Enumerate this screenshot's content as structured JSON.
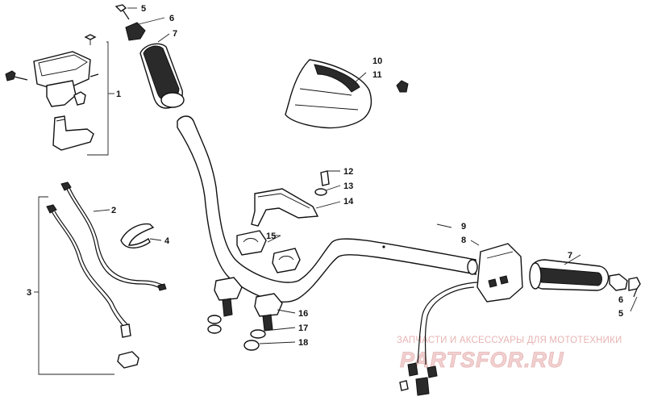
{
  "callouts": {
    "c1": "1",
    "c2": "2",
    "c3": "3",
    "c4": "4",
    "c5_top": "5",
    "c5_right": "5",
    "c6_top": "6",
    "c6_right": "6",
    "c7_top": "7",
    "c7_right": "7",
    "c8": "8",
    "c9": "9",
    "c10": "10",
    "c11": "11",
    "c12": "12",
    "c13": "13",
    "c14": "14",
    "c15": "15",
    "c16": "16",
    "c17": "17",
    "c18": "18"
  },
  "watermark": {
    "line1": "ЗАПЧАСТИ И АКСЕССУАРЫ ДЛЯ МОТОТЕХНИКИ",
    "line2": "PARTSFOR.RU"
  },
  "colors": {
    "ink": "#111111",
    "watermark": "#e8b4b4",
    "background": "#ffffff"
  }
}
